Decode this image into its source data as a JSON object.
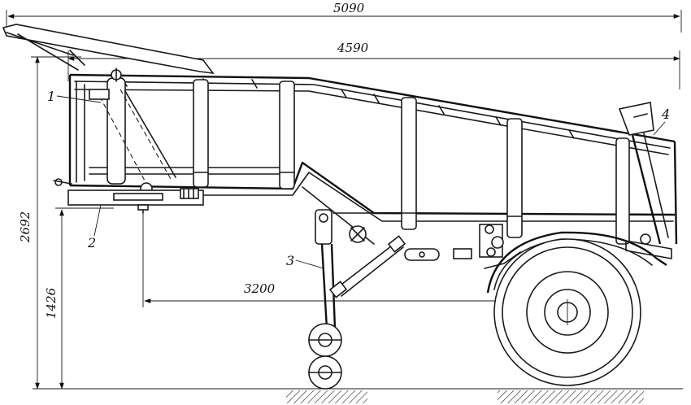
{
  "dimensions": {
    "overall_length": "5090",
    "body_length": "4590",
    "total_height": "2692",
    "hitch_height": "1426",
    "hitch_to_axle": "3200"
  },
  "callouts": {
    "c1": "1",
    "c2": "2",
    "c3": "3",
    "c4": "4"
  }
}
